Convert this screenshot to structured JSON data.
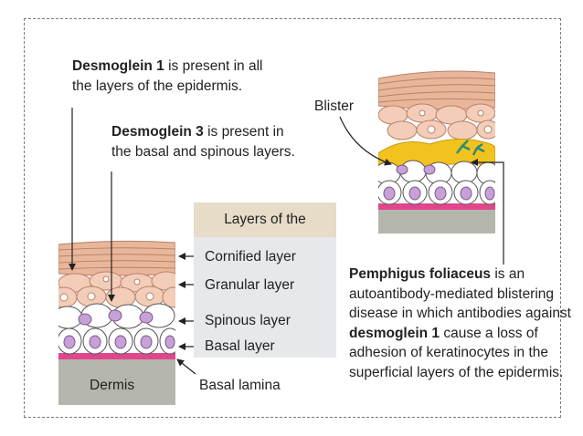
{
  "annotations": {
    "dsg1_bold": "Desmoglein 1",
    "dsg1_rest": " is present in all",
    "dsg1_line2": "the layers of the epidermis.",
    "dsg3_bold": "Desmoglein 3",
    "dsg3_rest": " is present in",
    "dsg3_line2": "the basal and spinous layers.",
    "blister": "Blister"
  },
  "legend": {
    "title": "Layers of the epidermis",
    "layers": [
      "Cornified layer",
      "Granular layer",
      "Spinous layer",
      "Basal layer"
    ],
    "basal_lamina": "Basal lamina",
    "dermis": "Dermis"
  },
  "description": {
    "line1_bold": "Pemphigus foliaceus",
    "line1_rest": " is an",
    "line2": "autoantibody-mediated blistering",
    "line3": "disease in which antibodies against",
    "line4_bold": "desmoglein 1",
    "line4_rest": " cause a  loss of",
    "line5": "adhesion of keratinocytes in the",
    "line6": "superficial layers of the epidermis."
  },
  "colors": {
    "cornified": "#e8b79a",
    "granular": "#f3cdb8",
    "spinous_cell": "#ffffff",
    "nucleus": "#c8a0d8",
    "basal_lamina": "#e0468c",
    "dermis": "#b4b6ae",
    "blister_fluid": "#f2c31e",
    "legend_head": "#e6dcc8",
    "legend_body": "#e6e8ec"
  }
}
